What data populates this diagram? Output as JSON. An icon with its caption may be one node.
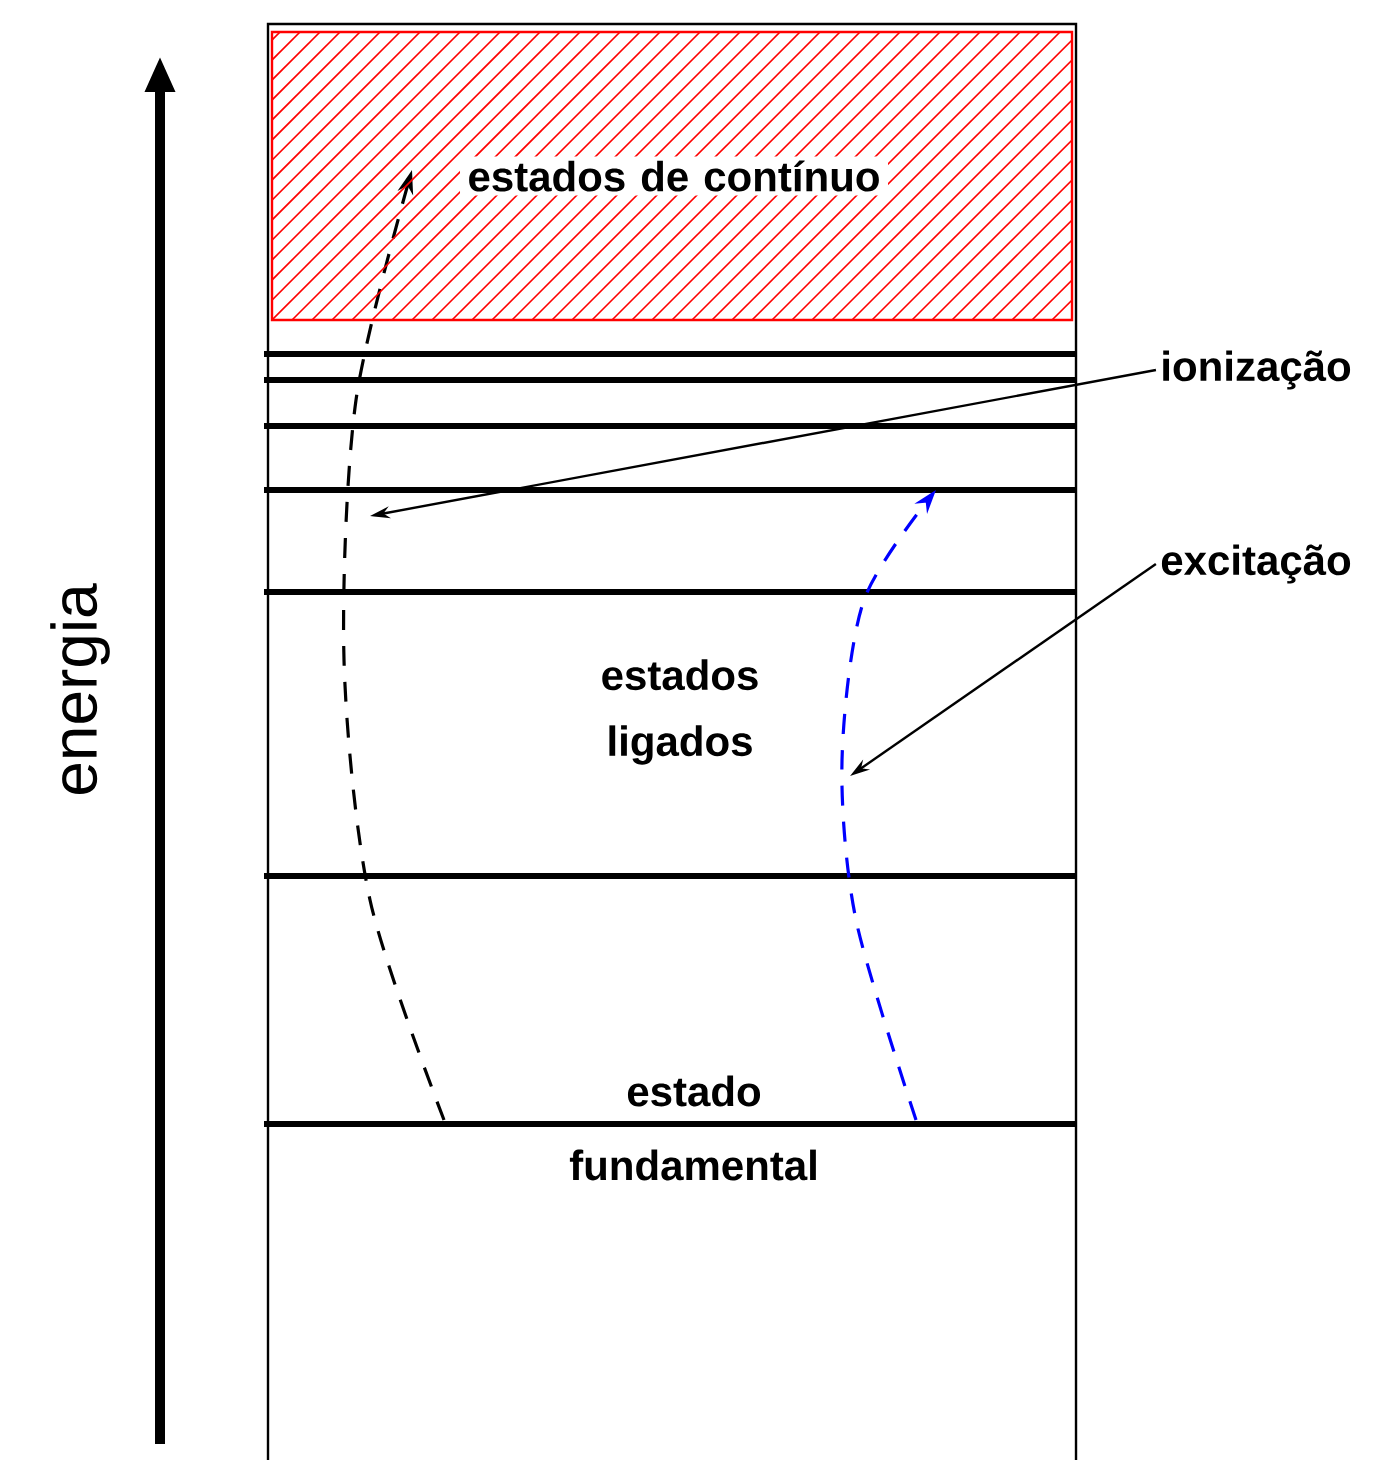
{
  "diagram": {
    "nodes": [
      {
        "text": [
          "estados de contínuo"
        ]
      },
      {
        "text": [
          "ionização"
        ]
      },
      {
        "text": [
          "excitação"
        ]
      }
    ],
    "edges": [
      {
        "from": 1,
        "to": null,
        "arrow": "to"
      },
      {
        "from": 2,
        "to": null,
        "arrow": "to"
      }
    ],
    "labels": [
      "energia",
      "estados ligados",
      "estado fundamental"
    ]
  }
}
